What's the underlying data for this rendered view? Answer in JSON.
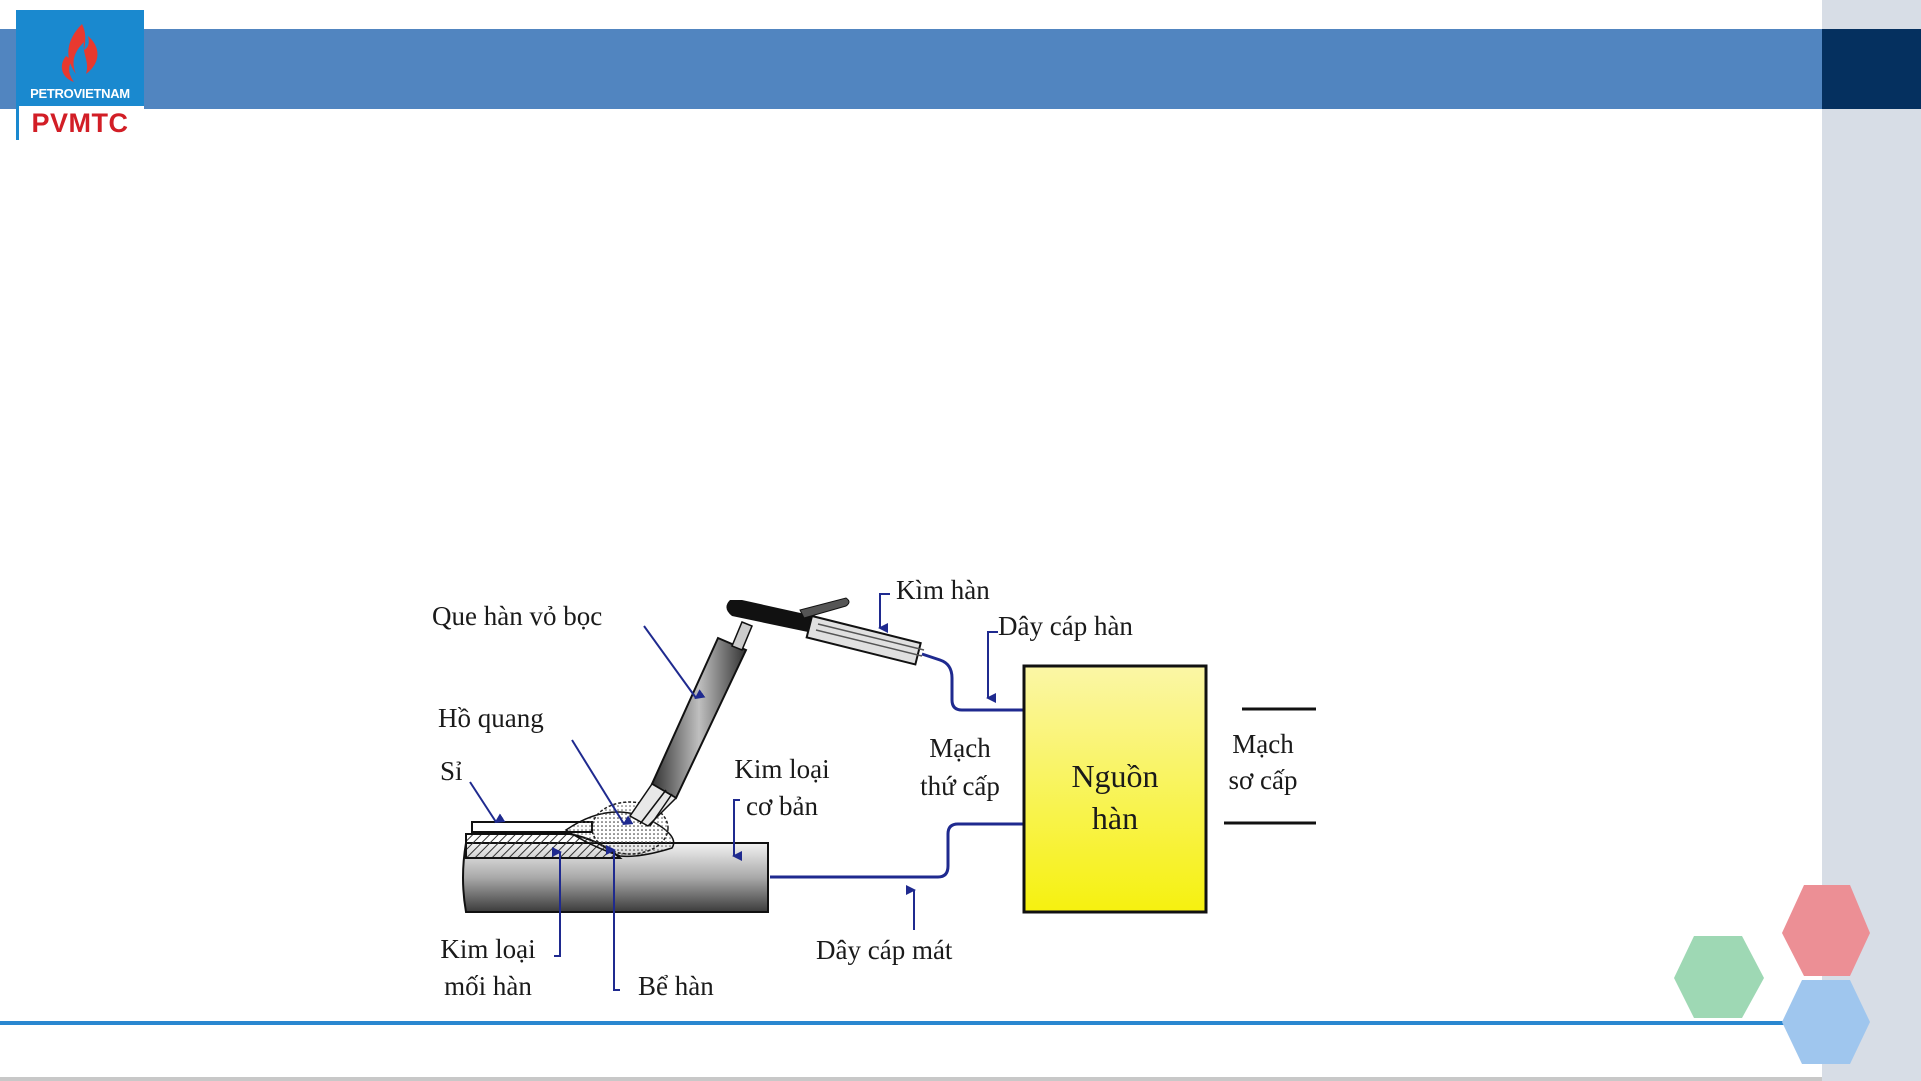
{
  "logo": {
    "brand": "PETROVIETNAM",
    "company": "PVMTC"
  },
  "diagram": {
    "labels": {
      "kim_han": "Kìm hàn",
      "day_cap_han": "Dây cáp hàn",
      "que_han_vo_boc": "Que hàn vỏ bọc",
      "ho_quang": "Hồ quang",
      "si": "Sỉ",
      "kim_loai_co_ban_1": "Kim loại",
      "kim_loai_co_ban_2": "cơ bản",
      "mach_thu_cap_1": "Mạch",
      "mach_thu_cap_2": "thứ cấp",
      "nguon_han_1": "Nguồn",
      "nguon_han_2": "hàn",
      "mach_so_cap_1": "Mạch",
      "mach_so_cap_2": "sơ cấp",
      "kim_loai_moi_han_1": "Kim loại",
      "kim_loai_moi_han_2": "mối hàn",
      "be_han": "Bể hàn",
      "day_cap_mat": "Dây cáp mát"
    }
  },
  "colors": {
    "header_bar": "#5185c0",
    "header_dark": "#05305f",
    "side_panel": "#d7dde6",
    "footer_line": "#2a87d0",
    "hex_red": "#ec8f95",
    "hex_green": "#9ed8b4",
    "hex_blue": "#9fc6ee",
    "wire": "#1f2a8f",
    "power_box_top": "#fbf6a6",
    "power_box_bottom": "#f6f10f"
  }
}
